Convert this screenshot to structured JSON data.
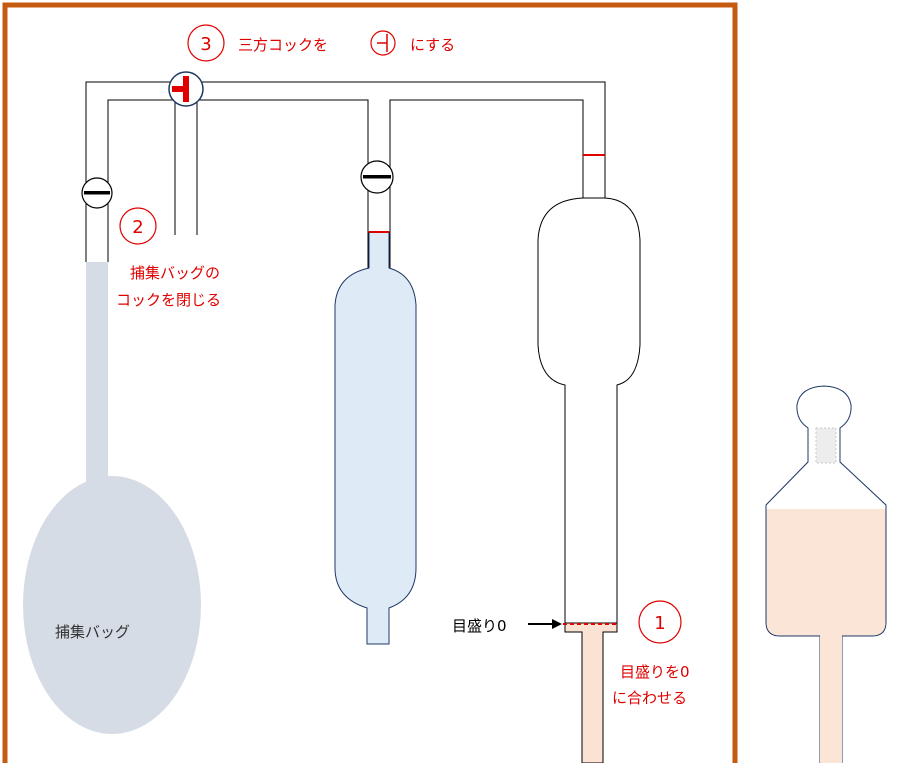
{
  "steps": {
    "one": {
      "number": "1",
      "text_line1": "目盛りを0",
      "text_line2": "に合わせる"
    },
    "two": {
      "number": "2",
      "text_line1": "捕集バッグの",
      "text_line2": "コックを閉じる"
    },
    "three": {
      "number": "3",
      "text_before": "三方コックを",
      "text_after": "にする"
    }
  },
  "labels": {
    "bag": "捕集バッグ",
    "zero_mark": "目盛り0"
  },
  "icons": {
    "closed_valve": "horizontal-bar-valve-icon",
    "three_way": "t-shaped-three-way-cock-icon",
    "arrow": "right-arrow-icon"
  },
  "colors": {
    "frame": "#C55A11",
    "accent_red": "#E00000",
    "bag_fill": "#D6DCE5",
    "pipette_fill": "#DEEBF7",
    "liquid_fill": "#FBE5D6",
    "glass_stroke": "#1F3864",
    "stem_fill": "#F8CBAD"
  }
}
